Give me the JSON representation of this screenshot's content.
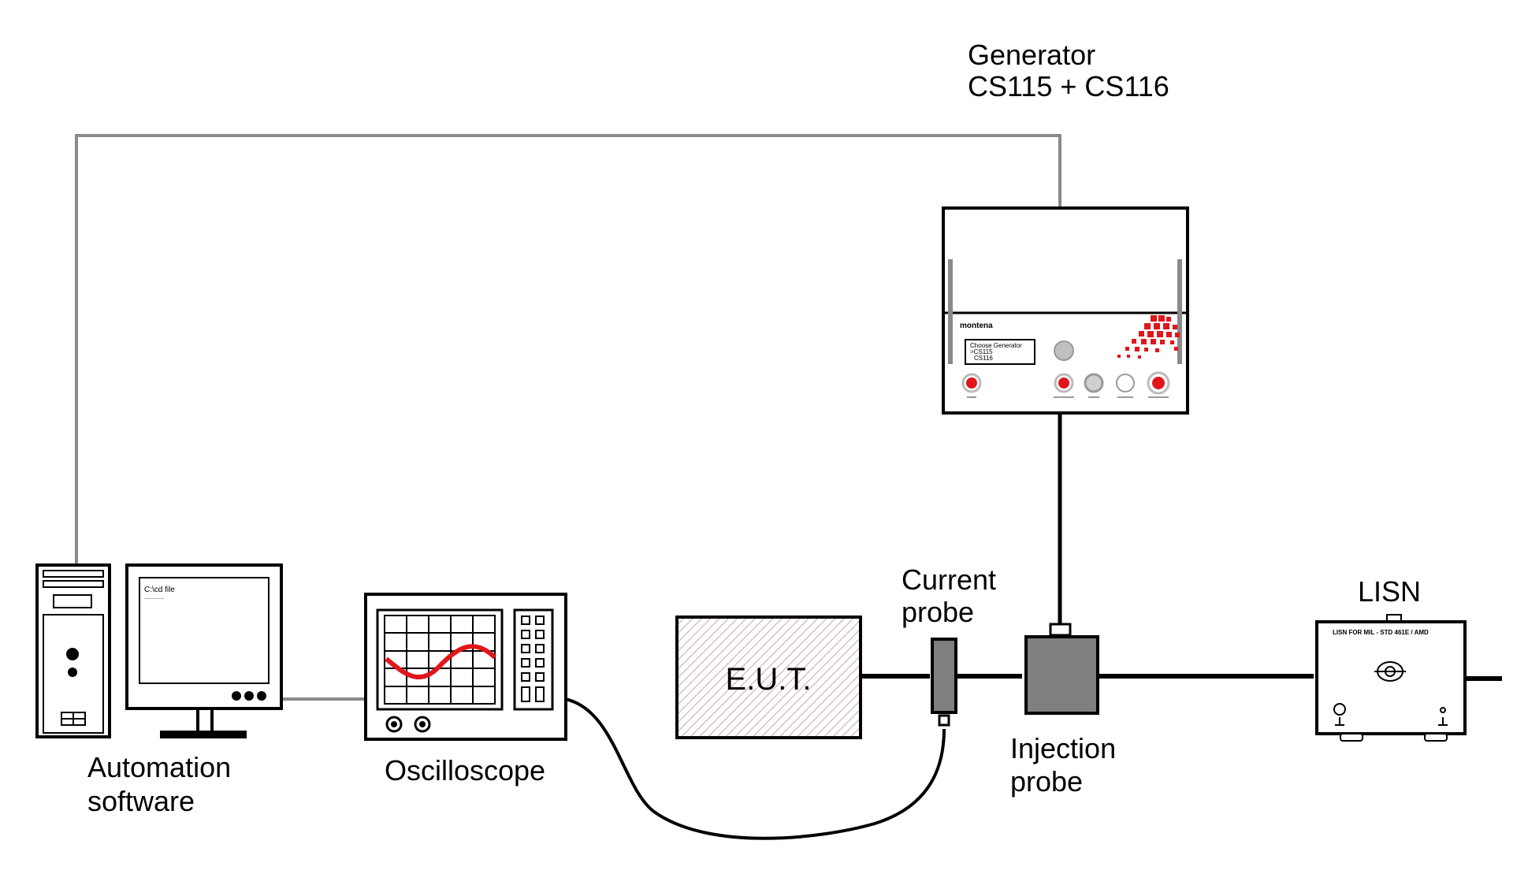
{
  "labels": {
    "generator_line1": "Generator",
    "generator_line2": "CS115 + CS116",
    "automation_line1": "Automation",
    "automation_line2": "software",
    "oscilloscope": "Oscilloscope",
    "eut": "E.U.T.",
    "current_probe_line1": "Current",
    "current_probe_line2": "probe",
    "injection_probe_line1": "Injection",
    "injection_probe_line2": "probe",
    "lisn": "LISN"
  },
  "generator_panel": {
    "brand": "montena",
    "display_line1": "Choose Generator",
    "display_line2": ">CS115",
    "display_line3": "CS116"
  },
  "monitor_screen": {
    "line1": "C:\\cd file",
    "line2": "..........."
  },
  "lisn_plate": {
    "text": "LISN FOR MIL - STD 461E / AMD"
  },
  "colors": {
    "cable_gray": "#8a8a8a",
    "cable_black": "#000000",
    "accent_red": "#e0161b",
    "probe_gray": "#7f7f7f",
    "eut_hatch": "#c9a5a5"
  }
}
